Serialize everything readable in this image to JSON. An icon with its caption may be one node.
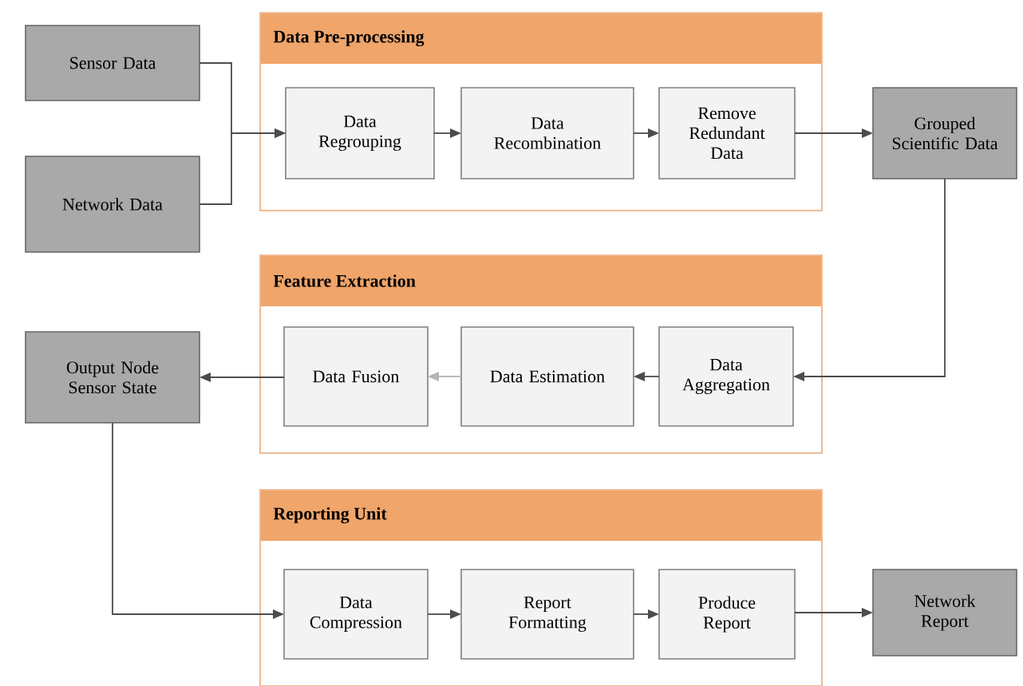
{
  "diagram": {
    "nodes": [
      {
        "text": [
          "Sensor Data"
        ]
      },
      {
        "text": [
          "Network Data"
        ]
      },
      {
        "text": [
          "Data Pre-processing"
        ]
      },
      {
        "text": [
          "Data Regrouping"
        ],
        "in": 2
      },
      {
        "text": [
          "Data Recombination"
        ],
        "in": 2
      },
      {
        "text": [
          "Remove Redundant Data"
        ],
        "in": 2
      },
      {
        "text": [
          "Grouped Scientific Data"
        ]
      },
      {
        "text": [
          "Feature Extraction"
        ]
      },
      {
        "text": [
          "Data Aggregation"
        ],
        "in": 7
      },
      {
        "text": [
          "Data Estimation"
        ],
        "in": 7
      },
      {
        "text": [
          "Data Fusion"
        ],
        "in": 7
      },
      {
        "text": [
          "Output Node Sensor State"
        ]
      },
      {
        "text": [
          "Reporting Unit"
        ]
      },
      {
        "text": [
          "Data Compression"
        ],
        "in": 12
      },
      {
        "text": [
          "Report Formatting"
        ],
        "in": 12
      },
      {
        "text": [
          "Produce Report"
        ],
        "in": 12
      },
      {
        "text": [
          "Network Report"
        ]
      }
    ],
    "edges": [
      {
        "from": 0,
        "to": 3,
        "arrow": "to"
      },
      {
        "from": 1,
        "to": 3,
        "arrow": "to"
      },
      {
        "from": 3,
        "to": 4,
        "arrow": "to"
      },
      {
        "from": 4,
        "to": 5,
        "arrow": "to"
      },
      {
        "from": 5,
        "to": 6,
        "arrow": "to"
      },
      {
        "from": 6,
        "to": 8,
        "arrow": "to"
      },
      {
        "from": 8,
        "to": 9,
        "arrow": "to"
      },
      {
        "from": 9,
        "to": 10,
        "arrow": "to",
        "color": "#b4b4b4"
      },
      {
        "from": 10,
        "to": 11,
        "arrow": "to"
      },
      {
        "from": 11,
        "to": 13,
        "arrow": "to"
      },
      {
        "from": 13,
        "to": 14,
        "arrow": "to"
      },
      {
        "from": 14,
        "to": 15,
        "arrow": "to"
      },
      {
        "from": 15,
        "to": 16,
        "arrow": "to"
      }
    ]
  }
}
